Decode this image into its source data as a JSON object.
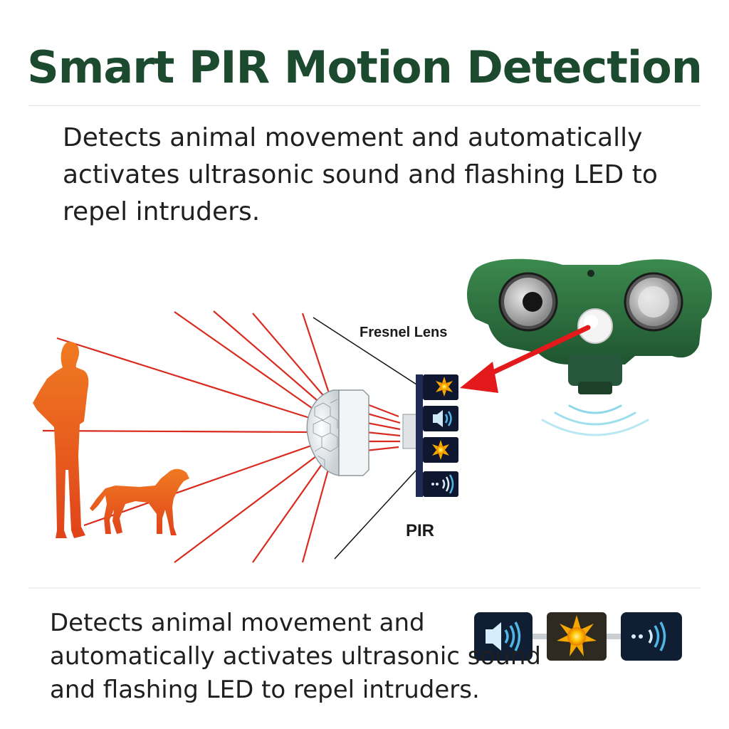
{
  "title": "Smart PIR Motion Detection",
  "description_top": "Detects animal movement and automatically activates ultrasonic sound and flashing LED to repel intruders.",
  "description_bottom": "Detects animal movement and automatically activates ultrasonic sound and flashing LED to repel intruders.",
  "labels": {
    "fresnel": "Fresnel Lens",
    "pir": "PIR"
  },
  "colors": {
    "title": "#1c4a2e",
    "beam": "#d92b1f",
    "figure": "#e8561c",
    "device": "#2e6b3c",
    "arrow": "#e3191b",
    "sun": "#f6a800",
    "sound": "#4fb7e6"
  },
  "icons": {
    "panel": [
      "sun-icon",
      "speaker-icon",
      "sun-icon",
      "sound-wave-icon"
    ],
    "bottom": [
      "speaker-icon",
      "sun-icon",
      "sound-wave-icon"
    ]
  }
}
